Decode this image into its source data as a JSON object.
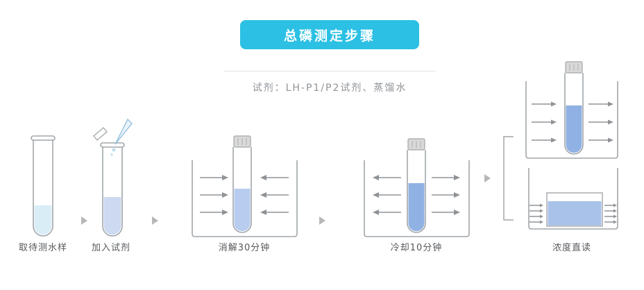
{
  "title": "总磷测定步骤",
  "subtitle": "试剂：LH-P1/P2试剂、蒸馏水",
  "steps": [
    {
      "label": "取待测水样"
    },
    {
      "label": "加入试剂"
    },
    {
      "label": "消解30分钟"
    },
    {
      "label": "冷却10分钟"
    },
    {
      "label": "浓度直读"
    }
  ],
  "icons": {
    "step_separator": "play-triangle",
    "test_tube": "test-tube",
    "pipette": "pipette",
    "open_cap": "flipped-open-cap",
    "beaker": "open-top-vessel",
    "heat_flow": "inward-arrows",
    "cool_flow": "outward-arrows",
    "light_path": "right-arrows",
    "cuvette": "cuvette-cell",
    "bracket": "grouping-bracket"
  },
  "colors": {
    "banner_bg": "#2bc0e4",
    "banner_text": "#ffffff",
    "subtitle_text": "#909499",
    "divider": "#dfe1e3",
    "label_text": "#55585c",
    "outline": "#a2a6aa",
    "arrow": "#8f9397",
    "step_arrow": "#b5b7b9",
    "liquid_sample": "#d9edf6",
    "liquid_reagent": "#cdd9f1",
    "liquid_digest": "#b7ccee",
    "liquid_cool": "#90b1e3",
    "liquid_read": "#a9c2e9"
  }
}
